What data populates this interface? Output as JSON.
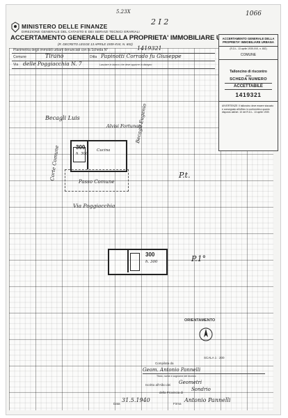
{
  "header": {
    "handwritten_top": "5.23X",
    "handwritten_mid": "2 I 2",
    "handwritten_right": "1066",
    "ministry": "MINISTERO DELLE FINANZE",
    "direzione": "DIREZIONE GENERALE DEL CATASTO E DEI SERVIZI TECNICI ERARIALI",
    "title": "ACCERTAMENTO GENERALE DELLA PROPRIETA' IMMOBILIARE URBANA",
    "decreto": "(R. DECRETO LEGGE 13 APRILE 1939-XVII, N. 652)"
  },
  "form": {
    "planimetria_label": "Planimetria degli immobili urbani denunciati con la Scheda N°",
    "scheda_number": "1419321",
    "comune_label": "Comune",
    "comune_value": "Tirano",
    "ditta_label": "Ditta",
    "ditta_value": "Papinotti Corrado fu Giuseppe",
    "via_label": "Via",
    "via_value": "delle Poggiacchia N. 7",
    "note": "Lasciare in bianco che deve apporre in disegno"
  },
  "receipt": {
    "title": "ACCERTAMENTO GENERALE DELLA PROPRIETA' IMMOBILIARE URBANA",
    "decreto": "(R.D.L. 13 aprile 1939-XVII, n. 652)",
    "comune": "COMUNE",
    "talloncino": "Talloncino di riscontro",
    "della": "della",
    "scheda": "SCHEDA NUMERO",
    "accettabile": "ACCETTABILE",
    "numero": "1419321",
    "avvertenze": "AVVERTENZE: Il talloncino deve essere staccato e consegnato all'ufficio in conformità a quanto disposto dall'art. 10 del R.D.L. 13 aprile 1939."
  },
  "plan": {
    "neighbor_top": "Becagli Luis",
    "neighbor_top2": "Alvisi Fortunati",
    "neighbor_right": "Becagli Eugenio",
    "neighbor_left": "Corte Comune",
    "room_code_1": "300",
    "room_height_1": "h. 300",
    "room_label_1": "Cucina",
    "passage": "Passo Comune",
    "street": "Via Poggiacchia",
    "floor_1": "P.t.",
    "room_code_2": "300",
    "room_height_2": "h. 300",
    "floor_2": "P.1°"
  },
  "bottom": {
    "orientamento": "ORIENTAMENTO",
    "scala": "SCALA 1 : 200",
    "compilata": "Compilata da",
    "tecnico": "Geom. Antonio Pannelli",
    "titolo_note": "Titolo, nome e cognome del tecnico",
    "iscritto": "Iscritto all'Albo dei",
    "iscritto_value": "Geometri",
    "provincia": "della Provincia di",
    "provincia_value": "Sondrio",
    "data_label": "Data",
    "data_value": "31.5.1940",
    "firma_label": "Firma",
    "firma_value": "Antonio Pannelli"
  }
}
